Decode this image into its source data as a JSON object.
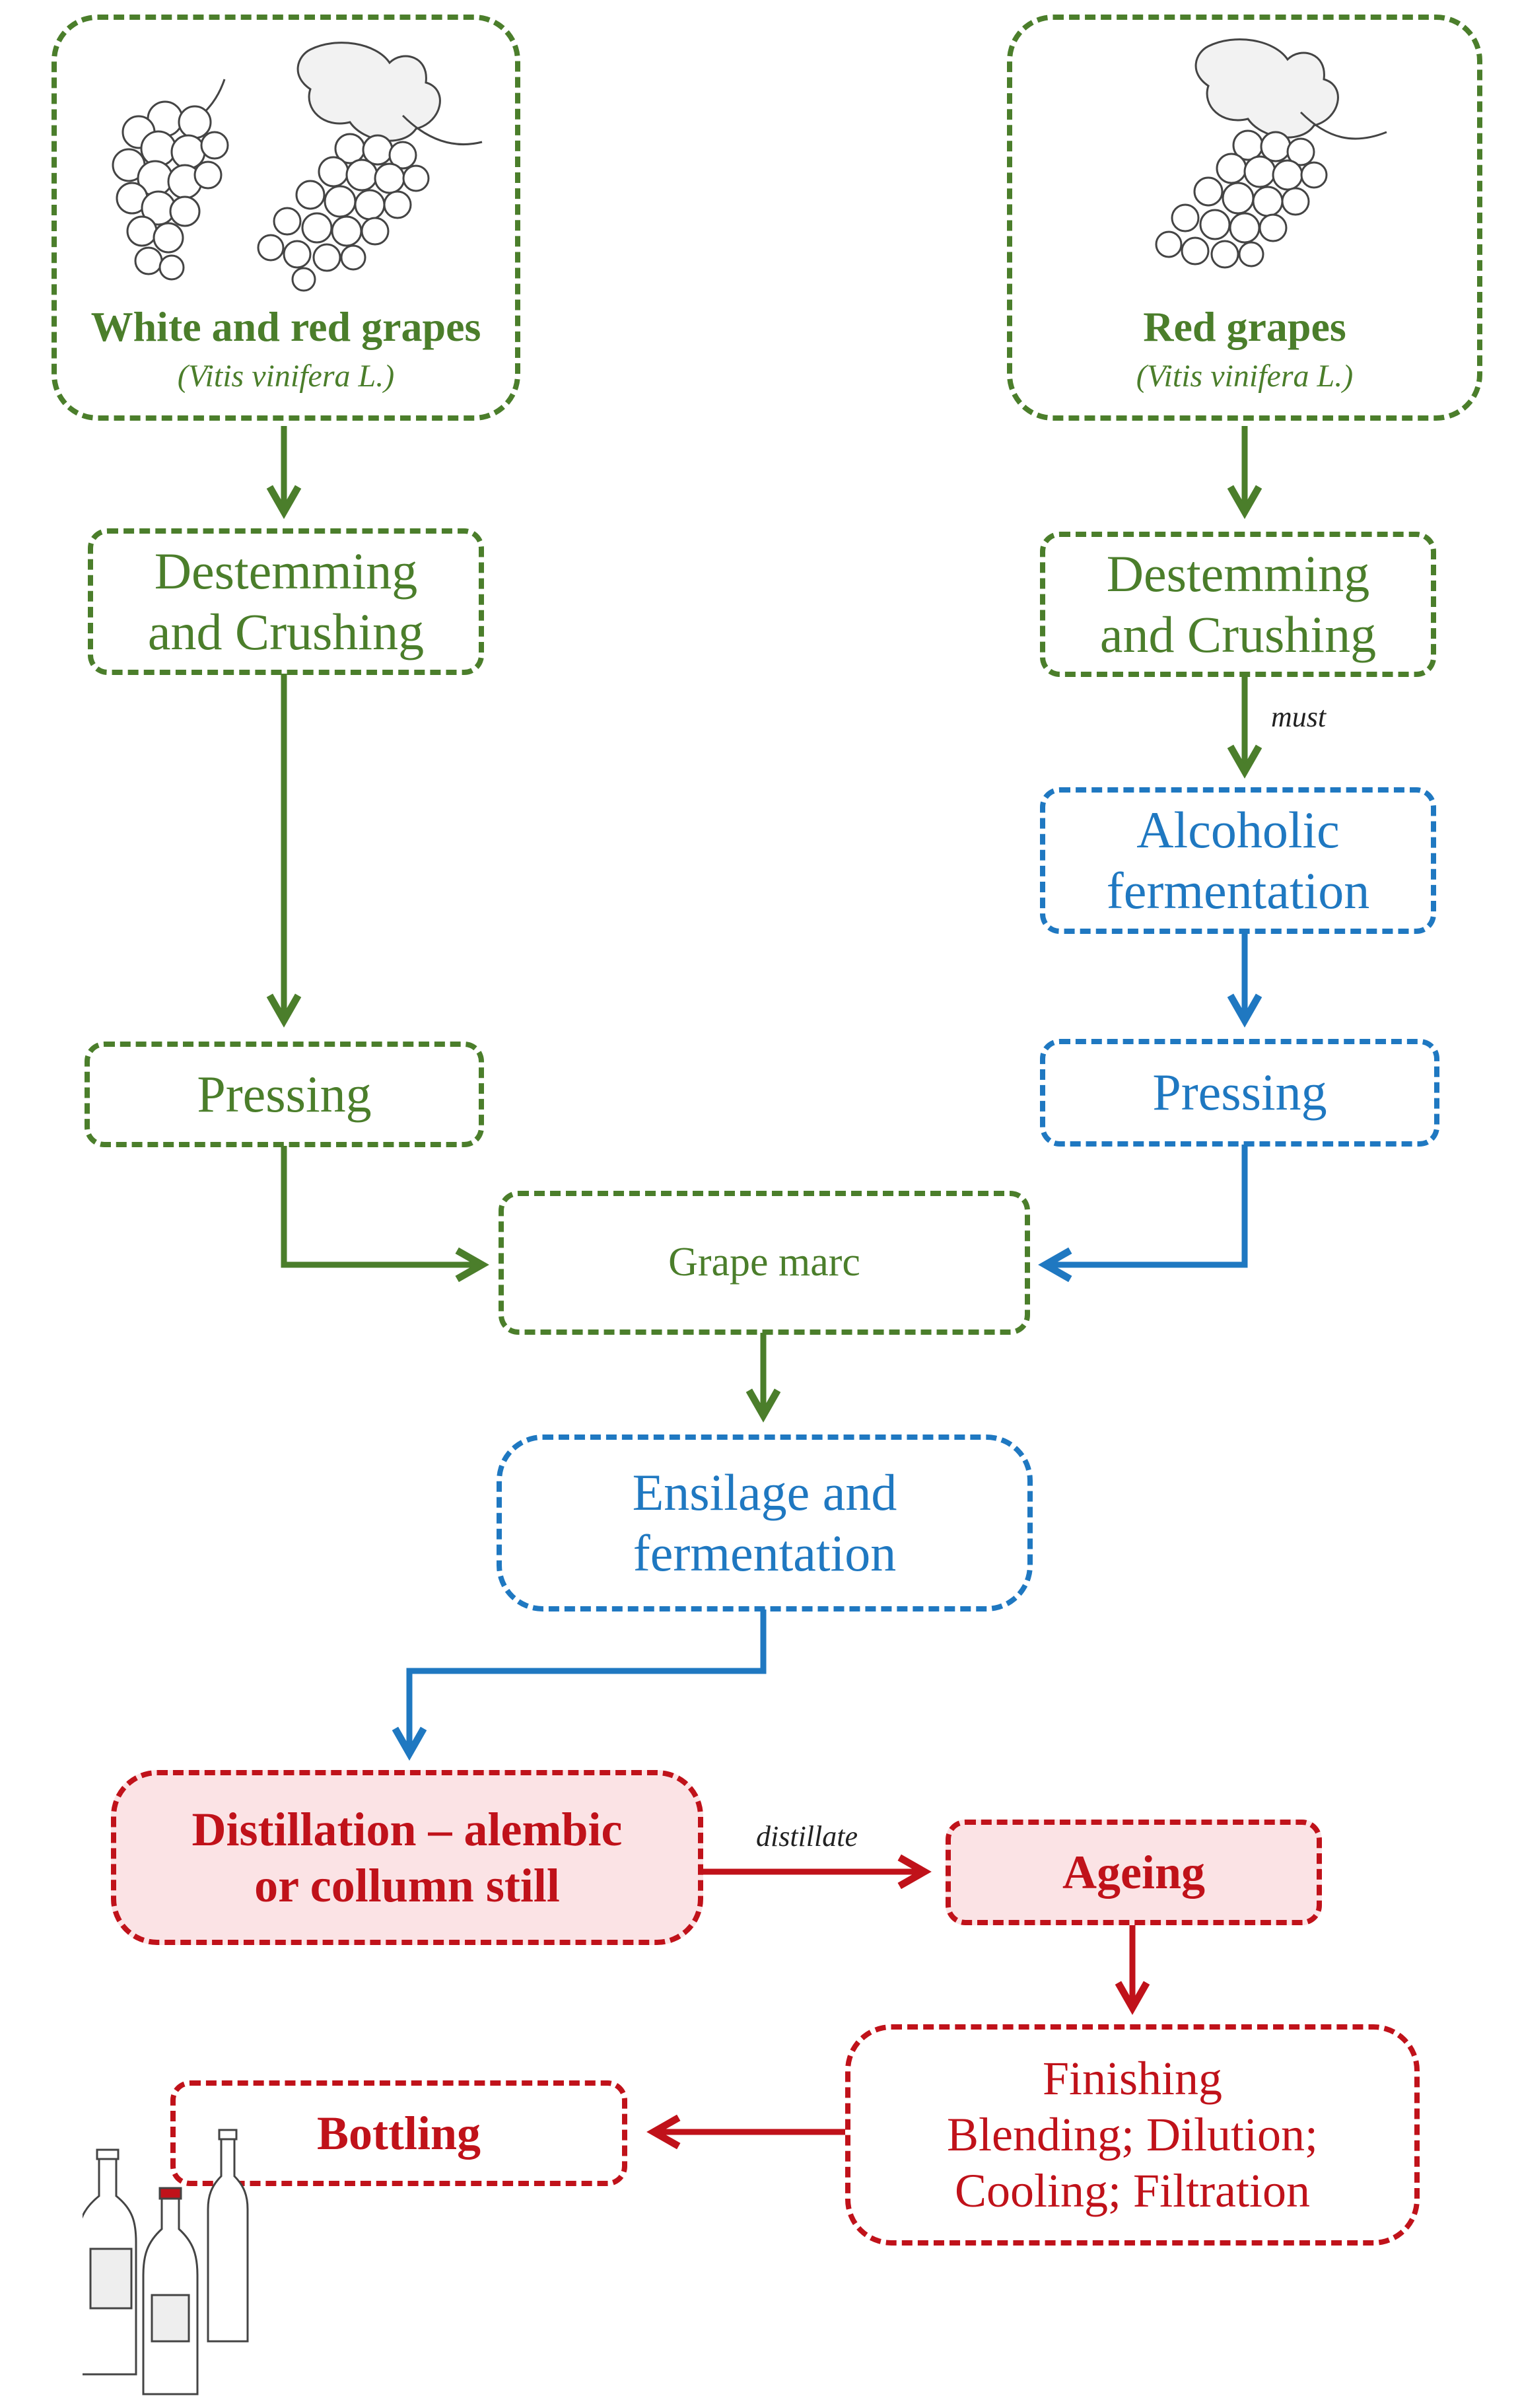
{
  "nodes": {
    "white_red_grapes": {
      "title": "White and red grapes",
      "subtitle": "(Vitis vinifera L.)"
    },
    "red_grapes": {
      "title": "Red grapes",
      "subtitle": "(Vitis vinifera L.)"
    },
    "destemming_left": {
      "line1": "Destemming",
      "line2": "and Crushing"
    },
    "destemming_right": {
      "line1": "Destemming",
      "line2": "and Crushing"
    },
    "alcoholic_fermentation": {
      "line1": "Alcoholic",
      "line2": "fermentation"
    },
    "pressing_left": {
      "label": "Pressing"
    },
    "pressing_right": {
      "label": "Pressing"
    },
    "grape_marc": {
      "label": "Grape marc"
    },
    "ensilage": {
      "line1": "Ensilage and",
      "line2": "fermentation"
    },
    "distillation": {
      "line1": "Distillation  – alembic",
      "line2": "or collumn still"
    },
    "ageing": {
      "label": "Ageing"
    },
    "finishing": {
      "line1": "Finishing",
      "line2": "Blending; Dilution;",
      "line3": "Cooling; Filtration"
    },
    "bottling": {
      "label": "Bottling"
    }
  },
  "edge_labels": {
    "must": "must",
    "distillate": "distillate"
  },
  "colors": {
    "green": "#4b7e2b",
    "blue": "#1f78c1",
    "red": "#c0121a",
    "red_fill": "#fbe3e5"
  },
  "icons": [
    "grape-cluster-icon",
    "grape-vine-icon",
    "bottles-icon"
  ]
}
